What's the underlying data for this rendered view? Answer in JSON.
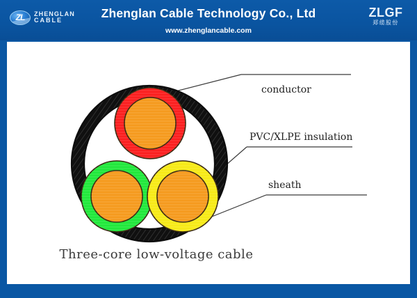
{
  "header": {
    "title": "Zhenglan Cable Technology Co., Ltd",
    "website": "www.zhenglancable.com",
    "background_color": "#0a56a3",
    "text_color": "#ffffff",
    "logo_left": {
      "mark_text": "ZL",
      "name_line1": "ZHENGLAN",
      "name_line2": "CABLE"
    },
    "logo_right": {
      "main_text": "ZLGF",
      "sub_text": "郑缆股份"
    }
  },
  "frame": {
    "border_color": "#0a57a4",
    "panel_background": "#ffffff"
  },
  "diagram": {
    "caption": "Three-core low-voltage cable",
    "labels": {
      "conductor": "conductor",
      "insulation": "PVC/XLPE insulation",
      "sheath": "sheath"
    },
    "colors": {
      "sheath": "#111111",
      "conductor": "#f59a1e",
      "insulation_red": "#fb1f1f",
      "insulation_green": "#21e83b",
      "insulation_yellow": "#f7ea17",
      "leader_line": "#3a3a3a",
      "outline": "#3a2a12"
    },
    "cores": [
      {
        "name": "core-red",
        "insulation_color": "#fb1f1f",
        "conductor_color": "#f59a1e"
      },
      {
        "name": "core-green",
        "insulation_color": "#21e83b",
        "conductor_color": "#f59a1e"
      },
      {
        "name": "core-yellow",
        "insulation_color": "#f7ea17",
        "conductor_color": "#f59a1e"
      }
    ]
  }
}
